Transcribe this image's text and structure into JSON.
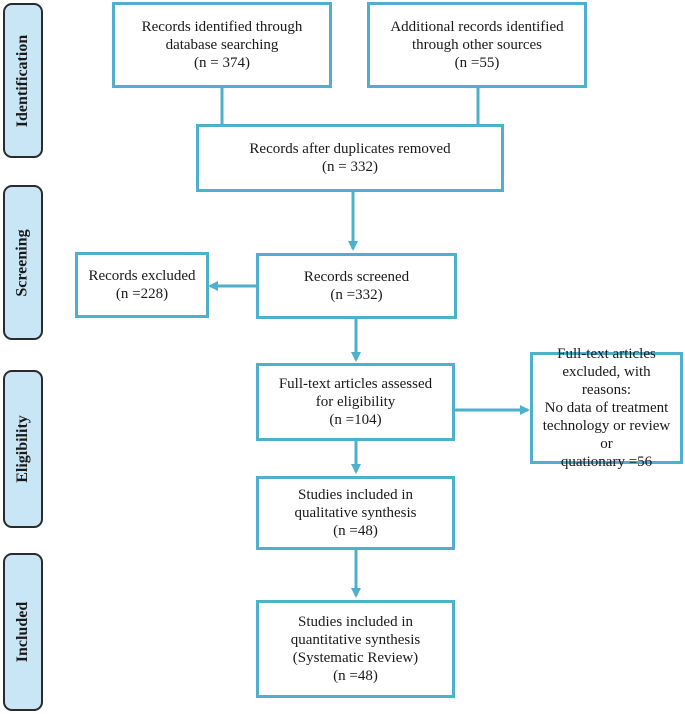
{
  "stages": [
    {
      "id": "identification",
      "label": "Identification"
    },
    {
      "id": "screening",
      "label": "Screening"
    },
    {
      "id": "eligibility",
      "label": "Eligibility"
    },
    {
      "id": "included",
      "label": "Included"
    }
  ],
  "boxes": {
    "database_search": {
      "line1": "Records identified through",
      "line2": "database searching",
      "line3": "(n = 374)"
    },
    "other_sources": {
      "line1": "Additional records identified",
      "line2": "through other sources",
      "line3": "(n =55)"
    },
    "duplicates_removed": {
      "line1": "Records after duplicates removed",
      "line2": "(n = 332)"
    },
    "records_screened": {
      "line1": "Records screened",
      "line2": "(n =332)"
    },
    "records_excluded": {
      "line1": "Records excluded",
      "line2": "(n =228)"
    },
    "fulltext_assessed": {
      "line1": "Full-text articles assessed",
      "line2": "for eligibility",
      "line3": "(n =104)"
    },
    "fulltext_excluded": {
      "line1": "Full-text articles",
      "line2": "excluded, with reasons:",
      "line3": "No data of treatment",
      "line4": "technology or review or",
      "line5": "quationary =56"
    },
    "qualitative": {
      "line1": "Studies included in",
      "line2": "qualitative synthesis",
      "line3": "(n =48)"
    },
    "quantitative": {
      "line1": "Studies included in",
      "line2": "quantitative synthesis",
      "line3": "(Systematic Review)",
      "line4": "(n =48)"
    }
  },
  "colors": {
    "box_border": "#4fb0cc",
    "stage_fill": "#c9e6f6",
    "stage_border": "#2b2b2b"
  }
}
